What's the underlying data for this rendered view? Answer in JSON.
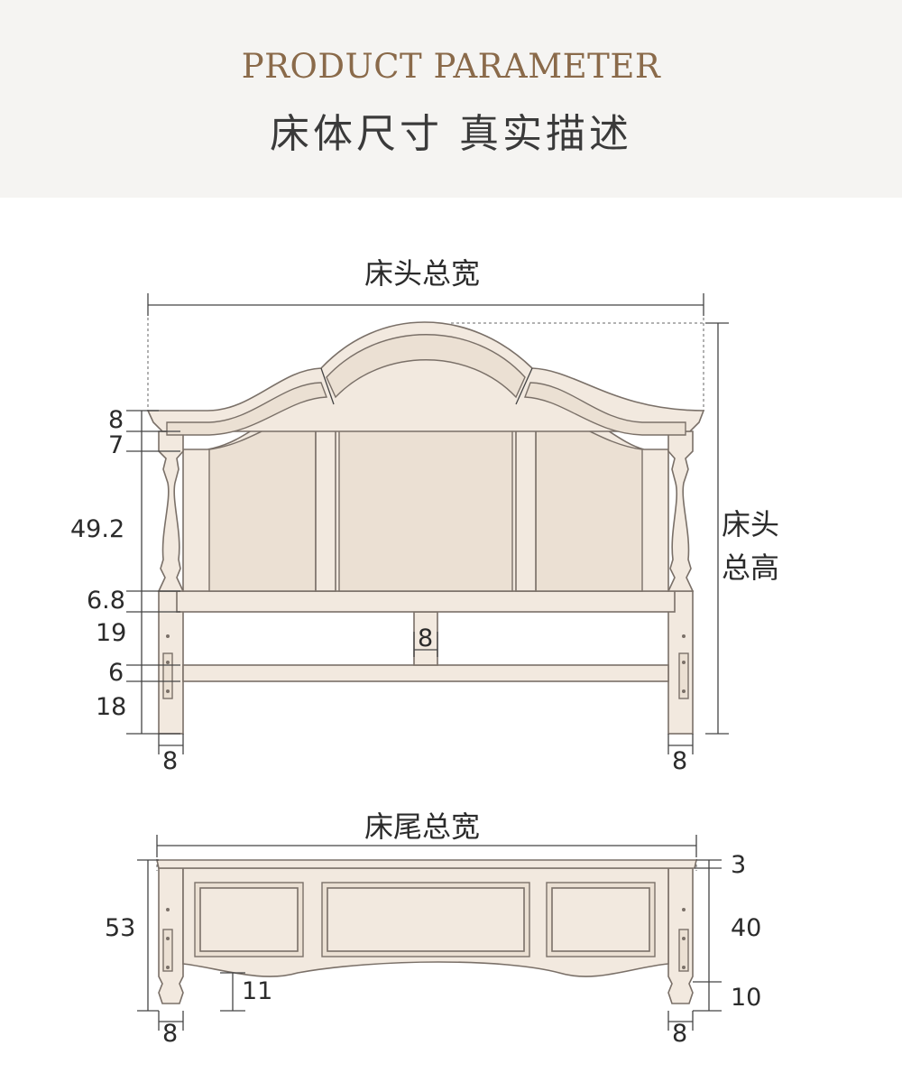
{
  "header": {
    "title_en": "PRODUCT PARAMETER",
    "title_zh": "床体尺寸  真实描述"
  },
  "headboard": {
    "width_label": "床头总宽",
    "height_label_1": "床头",
    "height_label_2": "总高",
    "dims": {
      "top_cap": "8",
      "top_rail": "7",
      "post_turned": "49.2",
      "mid_rail": "6.8",
      "upper_gap": "19",
      "low_rail": "6",
      "leg": "18",
      "leg_left": "8",
      "leg_right": "8",
      "center_support": "8"
    }
  },
  "footboard": {
    "width_label": "床尾总宽",
    "dims": {
      "total_height": "53",
      "top_cap": "3",
      "panel": "40",
      "foot": "10",
      "apron": "11",
      "leg_left": "8",
      "leg_right": "8"
    }
  },
  "colors": {
    "header_bg": "#f5f4f2",
    "header_en": "#8a6a4a",
    "wood_fill": "#f2e9df",
    "wood_stroke": "#7a7068",
    "dim_line": "#444444"
  }
}
